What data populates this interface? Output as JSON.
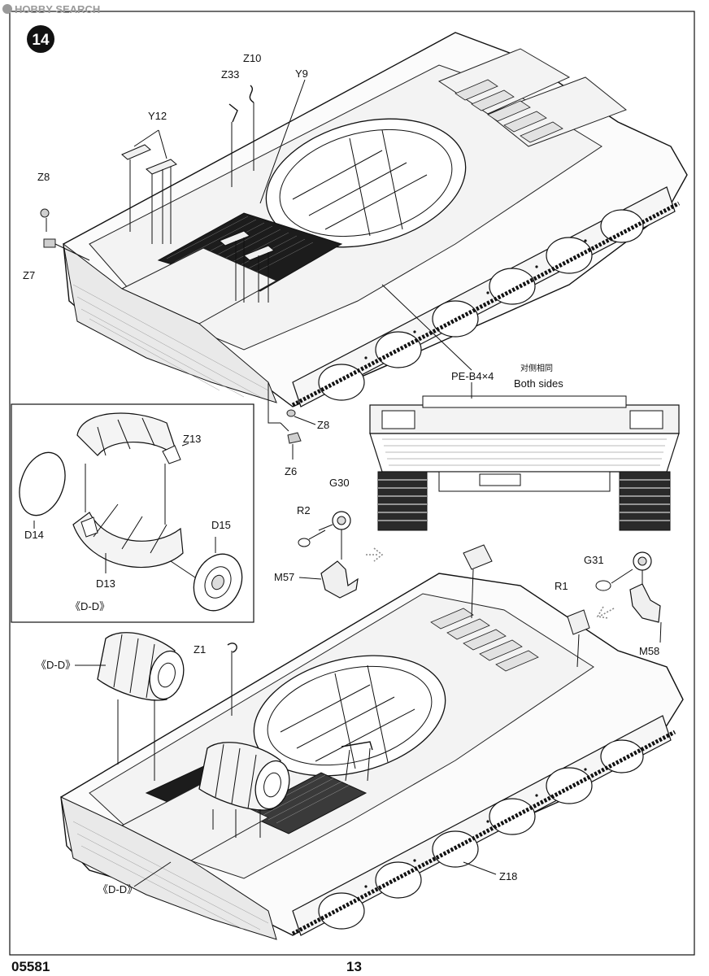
{
  "watermark": "HOBBY SEARCH",
  "step_number": "14",
  "part_labels": {
    "z10": "Z10",
    "z33": "Z33",
    "y9": "Y9",
    "y12": "Y12",
    "z8_top": "Z8",
    "z7": "Z7",
    "pe_b4": "PE-B4×4",
    "both_sides_cn": "对侧相同",
    "both_sides": "Both sides",
    "z8_mid": "Z8",
    "z6": "Z6",
    "z13": "Z13",
    "d14": "D14",
    "d15": "D15",
    "d13": "D13",
    "inset_caption": "《D-D》",
    "r2": "R2",
    "g30": "G30",
    "m57": "M57",
    "g31": "G31",
    "r1": "R1",
    "m58": "M58",
    "z1": "Z1",
    "dd_callout_1": "《D-D》",
    "dd_callout_2": "《D-D》",
    "z18": "Z18"
  },
  "footer": {
    "catalog_number": "05581",
    "page_number": "13"
  }
}
